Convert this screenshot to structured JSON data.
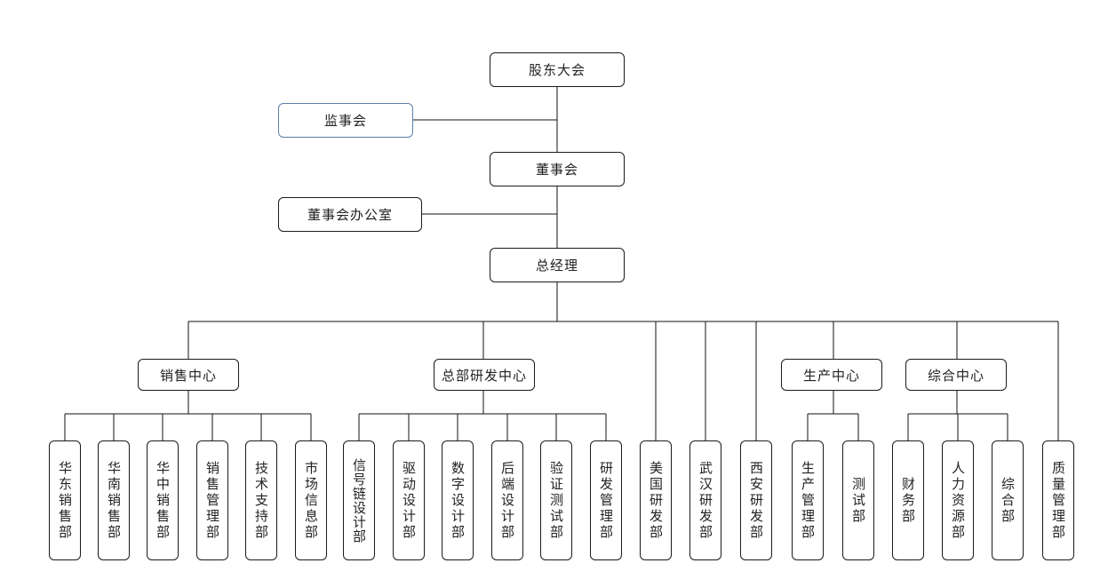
{
  "top": {
    "shareholders": "股东大会",
    "supervisors": "监事会",
    "board": "董事会",
    "board_office": "董事会办公室",
    "gm": "总经理"
  },
  "centers": {
    "sales": "销售中心",
    "rd": "总部研发中心",
    "production": "生产中心",
    "general": "综合中心"
  },
  "sales_depts": [
    "华东销售部",
    "华南销售部",
    "华中销售部",
    "销售管理部",
    "技术支持部",
    "市场信息部"
  ],
  "rd_depts": [
    "信号链设计部",
    "驱动设计部",
    "数字设计部",
    "后端设计部",
    "验证测试部",
    "研发管理部"
  ],
  "independent_depts": [
    "美国研发部",
    "武汉研发部",
    "西安研发部"
  ],
  "production_depts": [
    "生产管理部",
    "测试部"
  ],
  "general_depts": [
    "财务部",
    "人力资源部",
    "综合部"
  ],
  "quality_dept": "质量管理部"
}
